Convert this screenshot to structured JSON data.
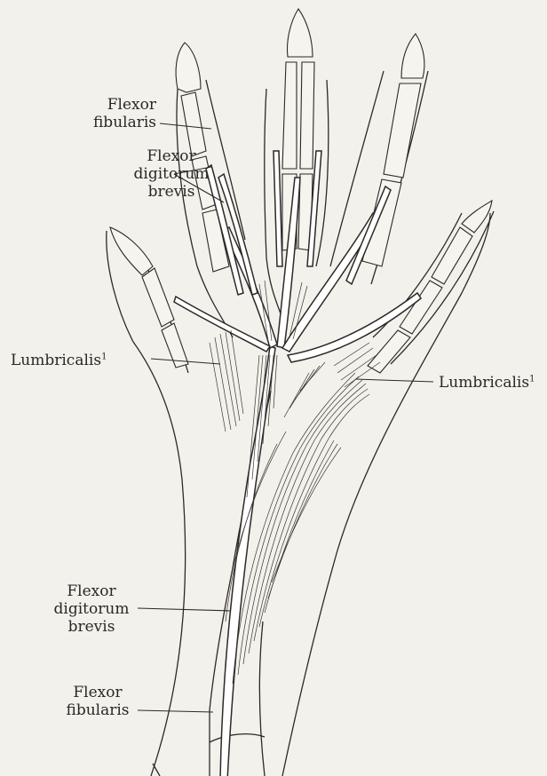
{
  "labels": {
    "flexor_fibularis_top": [
      "Flexor",
      "fibularis"
    ],
    "flexor_digitorum_brevis_top": [
      "Flexor",
      "digitorum",
      "brevis"
    ],
    "lumbricalis_left": {
      "text": "Lumbricalis",
      "sup": "1"
    },
    "lumbricalis_right": {
      "text": "Lumbricalis",
      "sup": "1"
    },
    "flexor_digitorum_brevis_bottom": [
      "Flexor",
      "digitorum",
      "brevis"
    ],
    "flexor_fibularis_bottom": [
      "Flexor",
      "fibularis"
    ]
  },
  "colors": {
    "background": "#f3f1ec",
    "ink": "#2c2926"
  }
}
